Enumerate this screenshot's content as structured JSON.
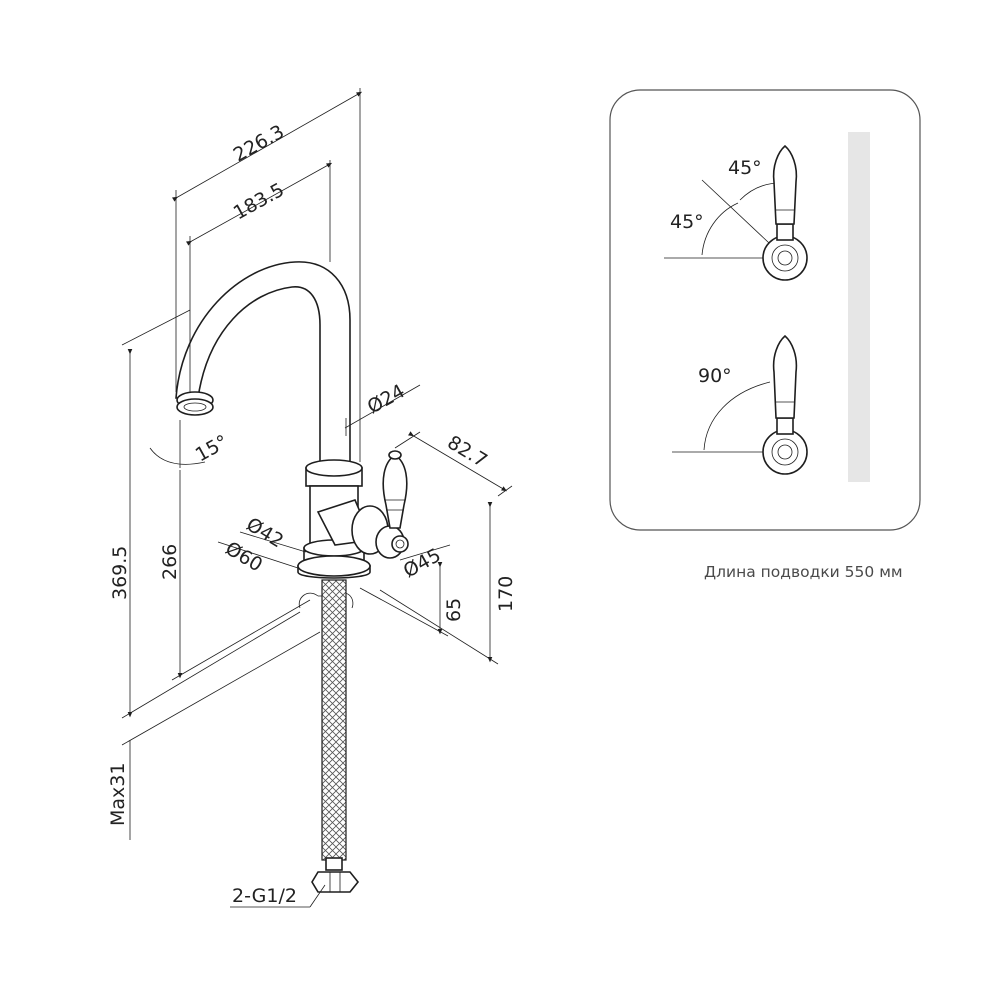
{
  "drawing": {
    "dimensions": {
      "spout_reach_total": "226.3",
      "spout_reach": "183.5",
      "spout_diameter": "Ø24",
      "spout_angle": "15°",
      "handle_depth": "82.7",
      "collar_diameter": "Ø42",
      "base_diameter": "Ø60",
      "handle_diameter": "Ø45",
      "total_height": "369.5",
      "outlet_height": "266",
      "handle_height": "170",
      "base_height": "65",
      "max_deck": "Max31",
      "connection": "2-G1/2"
    },
    "inset": {
      "angle_a": "45°",
      "angle_b": "45°",
      "angle_c": "90°"
    },
    "note": "Длина подводки 550 мм"
  }
}
